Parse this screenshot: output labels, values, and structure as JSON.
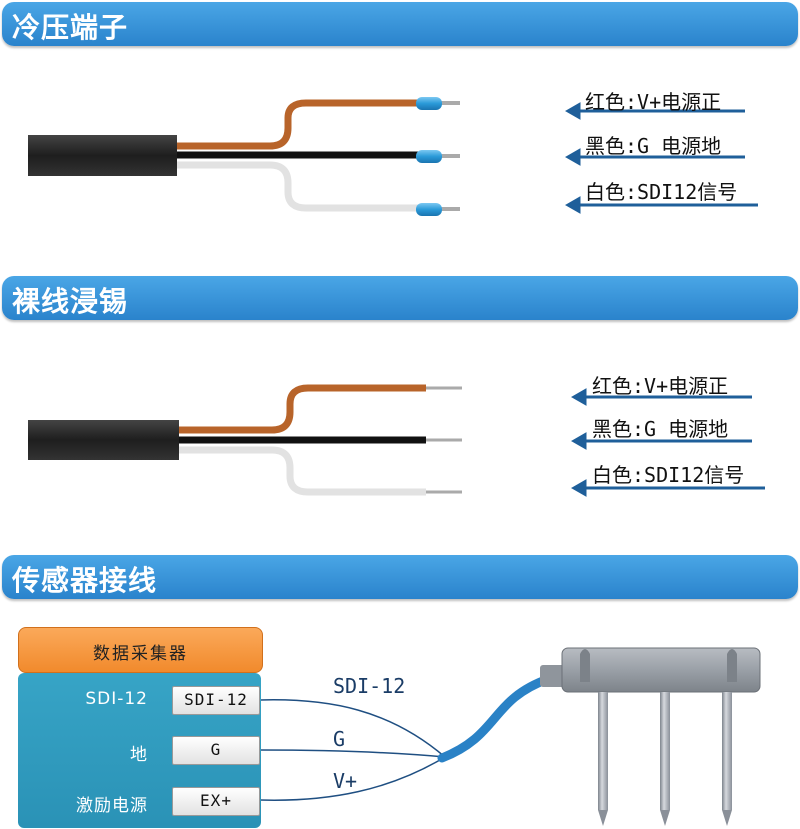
{
  "sections": {
    "crimp": {
      "title": "冷压端子"
    },
    "tinned": {
      "title": "裸线浸锡"
    },
    "wiring": {
      "title": "传感器接线"
    }
  },
  "crimp_labels": [
    "红色:V+电源正",
    "黑色:G 电源地",
    "白色:SDI12信号"
  ],
  "tinned_labels": [
    "红色:V+电源正",
    "黑色:G 电源地",
    "白色:SDI12信号"
  ],
  "logger": {
    "title": "数据采集器",
    "ports": [
      {
        "label": "SDI-12",
        "terminal": "SDI-12"
      },
      {
        "label": "地",
        "terminal": "G"
      },
      {
        "label": "激励电源",
        "terminal": "EX+"
      }
    ]
  },
  "wire_labels": [
    "SDI-12",
    "G",
    "V+"
  ],
  "colors": {
    "banner": "#2a83cc",
    "brown_wire": "#b8642a",
    "black_wire": "#111111",
    "white_wire": "#e4e4e4",
    "crimp_tip": "#2a9ad8",
    "arrow": "#1f5f9a",
    "logger_header": "#f59a3e",
    "logger_body": "#2f9abd"
  }
}
